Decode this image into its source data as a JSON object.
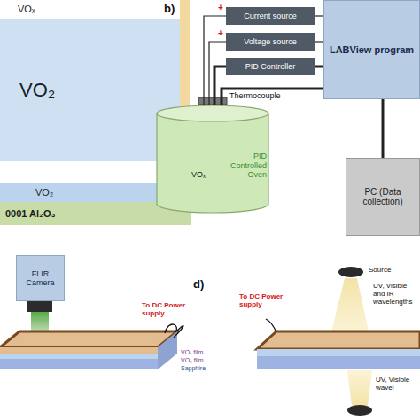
{
  "diagram": {
    "nodes": [
      {
        "text": [
          "VO₂"
        ]
      },
      {
        "text": [
          "VO₂"
        ]
      },
      {
        "text": [
          "0001 Al₂O₃"
        ]
      },
      {
        "text": [
          "Current source"
        ]
      },
      {
        "text": [
          "Voltage source"
        ]
      },
      {
        "text": [
          "PID Controller"
        ]
      },
      {
        "text": [
          "LABView program"
        ]
      },
      {
        "text": [
          "PID Controlled Oven"
        ]
      },
      {
        "text": [
          "PC (Data collection)"
        ]
      },
      {
        "text": [
          "FLIR Camera"
        ]
      }
    ],
    "edges": [
      {
        "from": 3,
        "to": 6,
        "arrow": "none"
      },
      {
        "from": 4,
        "to": 6,
        "arrow": "none"
      },
      {
        "from": 5,
        "to": 6,
        "arrow": "none"
      },
      {
        "from": 7,
        "to": 3,
        "arrow": "none"
      },
      {
        "from": 7,
        "to": 4,
        "arrow": "none"
      },
      {
        "from": 7,
        "to": 5,
        "arrow": "none"
      },
      {
        "from": 7,
        "to": 6,
        "label": "Thermocouple",
        "arrow": "none"
      },
      {
        "from": 6,
        "to": 8,
        "arrow": "none"
      }
    ],
    "labels": [
      "VOₓ",
      "VOₓ",
      "b)",
      "+",
      "+",
      "To DC Power supply",
      "VOₓ film",
      "VO₂ film",
      "Sapphire",
      "d)",
      "To DC Power supply",
      "Source",
      "UV, Visible and IR wavelengths",
      "UV, Visible wavel"
    ]
  }
}
